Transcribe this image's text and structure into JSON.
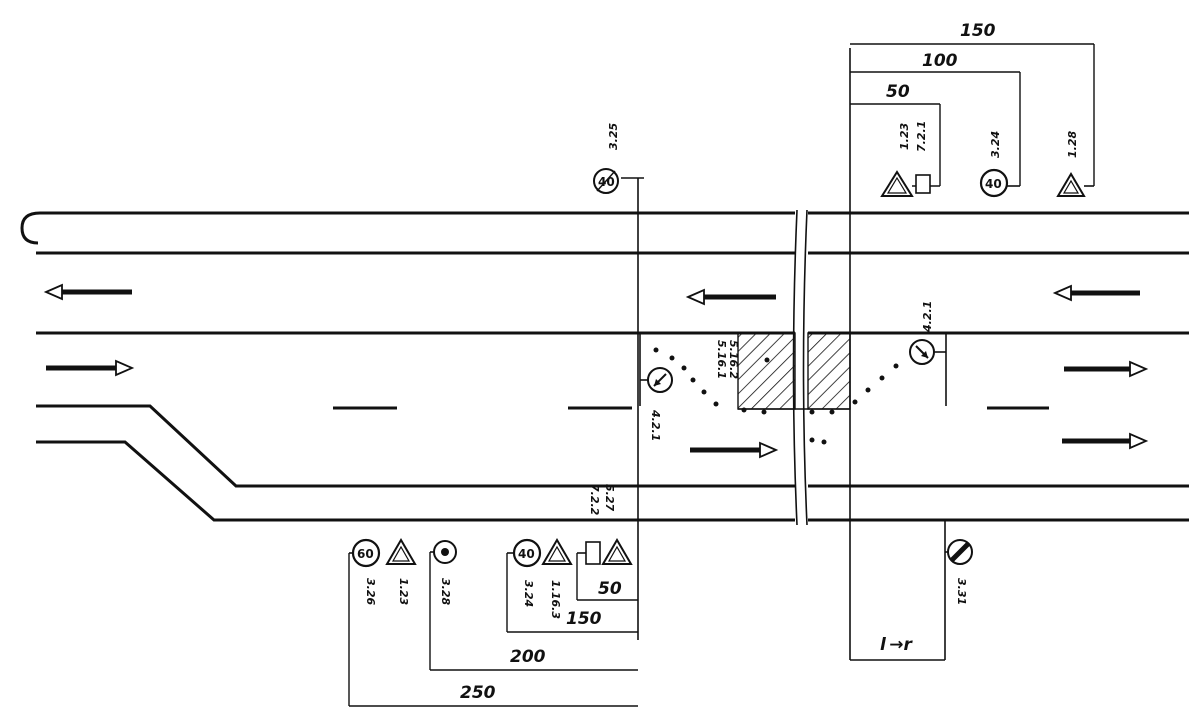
{
  "dimensions": {
    "top_150": "150",
    "top_100": "100",
    "top_50": "50",
    "bottom_50": "50",
    "bottom_150": "150",
    "bottom_200": "200",
    "bottom_250": "250",
    "bottom_right_l": "l →r"
  },
  "sign_codes": {
    "top_left_325": "3.25",
    "top_123": "1.23",
    "top_721": "7.2.1",
    "top_324": "3.24",
    "top_128": "1.28",
    "crossing_421_right": "4.2.1",
    "crossing_421_left": "4.2.1",
    "crossing_vert_1": "5.16.1",
    "crossing_vert_2": "5.16.2",
    "left_vert_1": "7.2.2",
    "left_vert_2": "5.27",
    "bottom_326": "3.26",
    "bottom_123": "1.23",
    "bottom_328": "3.28",
    "bottom_324": "3.24",
    "bottom_1163": "1.16.3",
    "bottom_331": "3.31"
  },
  "sign_values": {
    "top_left_speed": "40",
    "top_right_speed": "40",
    "bottom_speed_60": "60",
    "bottom_speed_40": "40"
  }
}
